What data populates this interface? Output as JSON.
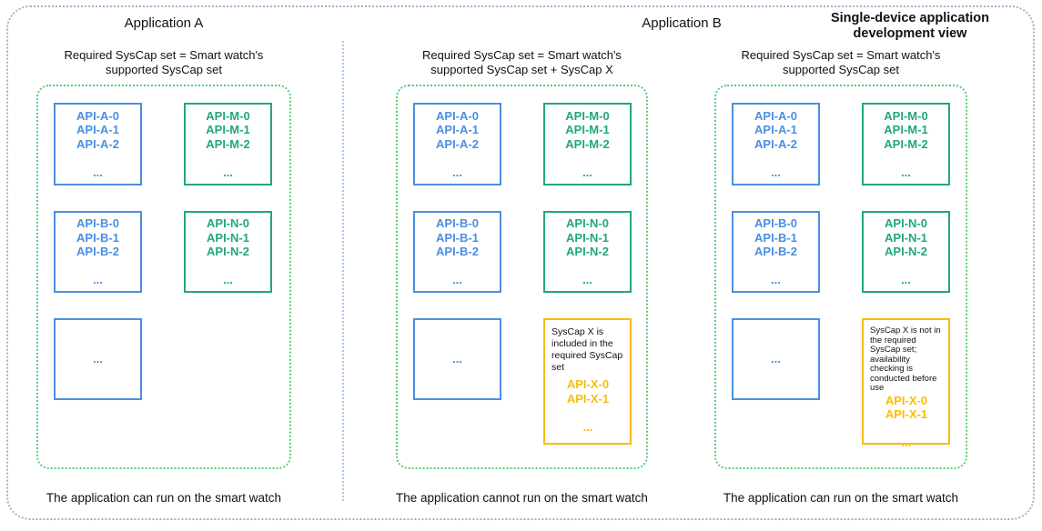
{
  "diagram": {
    "title_a": "Application A",
    "title_b": "Application B",
    "view_title": "Single-device application\ndevelopment view"
  },
  "colors": {
    "blue": "#4a8fe2",
    "teal": "#20a77d",
    "yellow": "#fbbc05",
    "container_border": "#55cd7a",
    "outer": "#9cb5cb",
    "divider": "#a9c9e7",
    "ink": "#111111"
  },
  "columns": [
    {
      "subtitle": "Required SysCap set = Smart watch's\nsupported SysCap set",
      "caption": "The application can run on the smart watch",
      "boxes": {
        "api_a": "API-A-0\nAPI-A-1\nAPI-A-2\n\n...",
        "api_m": "API-M-0\nAPI-M-1\nAPI-M-2\n\n...",
        "api_b": "API-B-0\nAPI-B-1\nAPI-B-2\n\n...",
        "api_n": "API-N-0\nAPI-N-1\nAPI-N-2\n\n...",
        "ellipsis": "..."
      }
    },
    {
      "subtitle": "Required SysCap set = Smart watch's\nsupported SysCap set + SysCap X",
      "caption": "The application cannot run on the smart watch",
      "boxes": {
        "api_a": "API-A-0\nAPI-A-1\nAPI-A-2\n\n...",
        "api_m": "API-M-0\nAPI-M-1\nAPI-M-2\n\n...",
        "api_b": "API-B-0\nAPI-B-1\nAPI-B-2\n\n...",
        "api_n": "API-N-0\nAPI-N-1\nAPI-N-2\n\n...",
        "ellipsis": "...",
        "syscap_note": "SysCap X is\nincluded in the\nrequired SysCap\nset",
        "api_x": "API-X-0\nAPI-X-1\n\n..."
      }
    },
    {
      "subtitle": "Required SysCap set = Smart watch's\nsupported SysCap set",
      "caption": "The application can run on the smart watch",
      "boxes": {
        "api_a": "API-A-0\nAPI-A-1\nAPI-A-2\n\n...",
        "api_m": "API-M-0\nAPI-M-1\nAPI-M-2\n\n...",
        "api_b": "API-B-0\nAPI-B-1\nAPI-B-2\n\n...",
        "api_n": "API-N-0\nAPI-N-1\nAPI-N-2\n\n...",
        "ellipsis": "...",
        "syscap_note": "SysCap X is not in\nthe required\nSysCap set;\navailability\nchecking is\nconducted before\nuse",
        "api_x": "API-X-0\nAPI-X-1\n\n..."
      }
    }
  ]
}
